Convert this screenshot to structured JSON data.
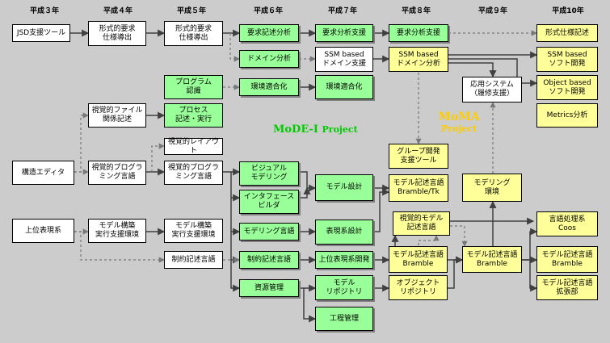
{
  "years": [
    "平成３年",
    "平成４年",
    "平成５年",
    "平成６年",
    "平成７年",
    "平成８年",
    "平成９年",
    "平成10年"
  ],
  "projects": {
    "mode": {
      "name": "MoDE-I",
      "word": "Project"
    },
    "moma": {
      "name": "MoMA",
      "word": "Project"
    }
  },
  "boxes": {
    "jsd": "JSD支援ツール",
    "kei1": "形式的要求\n仕様導出",
    "kei2": "形式的要求\n仕様導出",
    "yk_bun1": "要求記述分析",
    "yb_shien1": "要求分析支援",
    "yb_shien2": "要求分析支援",
    "keishiki": "形式仕様記述",
    "dom1": "ドメイン分析",
    "ssm1": "SSM based\nドメイン支援",
    "ssm2": "SSM based\nドメイン分析",
    "ssm_soft": "SSM based\nソフト開発",
    "prog_ninshiki": "プログラム\n認識",
    "kankyo1": "環境適合化",
    "kankyo2": "環境適合化",
    "ouyou": "応用システム\n（履修支援）",
    "obj_soft": "Object based\nソフト開発",
    "file": "視覚的ファイル\n関係記述",
    "process": "プロセス\n記述・実行",
    "metrics": "Metrics分析",
    "visual_layout": "視覚的レイアウト",
    "struct_editor": "構造エディタ",
    "vp1": "視覚的プログラ\nミング言語",
    "vp2": "視覚的プログラ\nミング言語",
    "visual_model": "ビジュアル\nモデリング",
    "group": "グループ開発\n支援ツール",
    "interface": "インタフェース\nビルダ",
    "model_design": "モデル設計",
    "mdl_bt": "モデル記述言語\nBramble/Tk",
    "model_env": "モデリング\n環境",
    "josui": "上位表現系",
    "jikko1": "モデル構築\n実行支援環境",
    "jikko2": "モデル構築\n実行支援環境",
    "model_lang": "モデリング言語",
    "hyogen": "表現系設計",
    "vm_lang": "視覚的モデル\n記述言語",
    "gengo": "言語処理系\nCoos",
    "seiyaku1": "制約記述言語",
    "seiyaku2": "制約記述言語",
    "josui_kaihatsu": "上位表現系開発",
    "mdl_b1": "モデル記述言語\nBramble",
    "mdl_b2": "モデル記述言語\nBramble",
    "mdl_b3": "モデル記述言語\nBramble",
    "shigen": "資源管理",
    "repo1": "モデル\nリポジトリ",
    "obj_repo": "オブジェクト\nリポジトリ",
    "mdl_ext": "モデル記述言語\n拡張部",
    "kotei": "工程管理"
  },
  "colors": {
    "background": "#cccccc",
    "green": "#99ff99",
    "yellow": "#ffff99",
    "white": "#ffffff",
    "mode_title": "#00cc00",
    "moma_title": "#ffcc00"
  }
}
